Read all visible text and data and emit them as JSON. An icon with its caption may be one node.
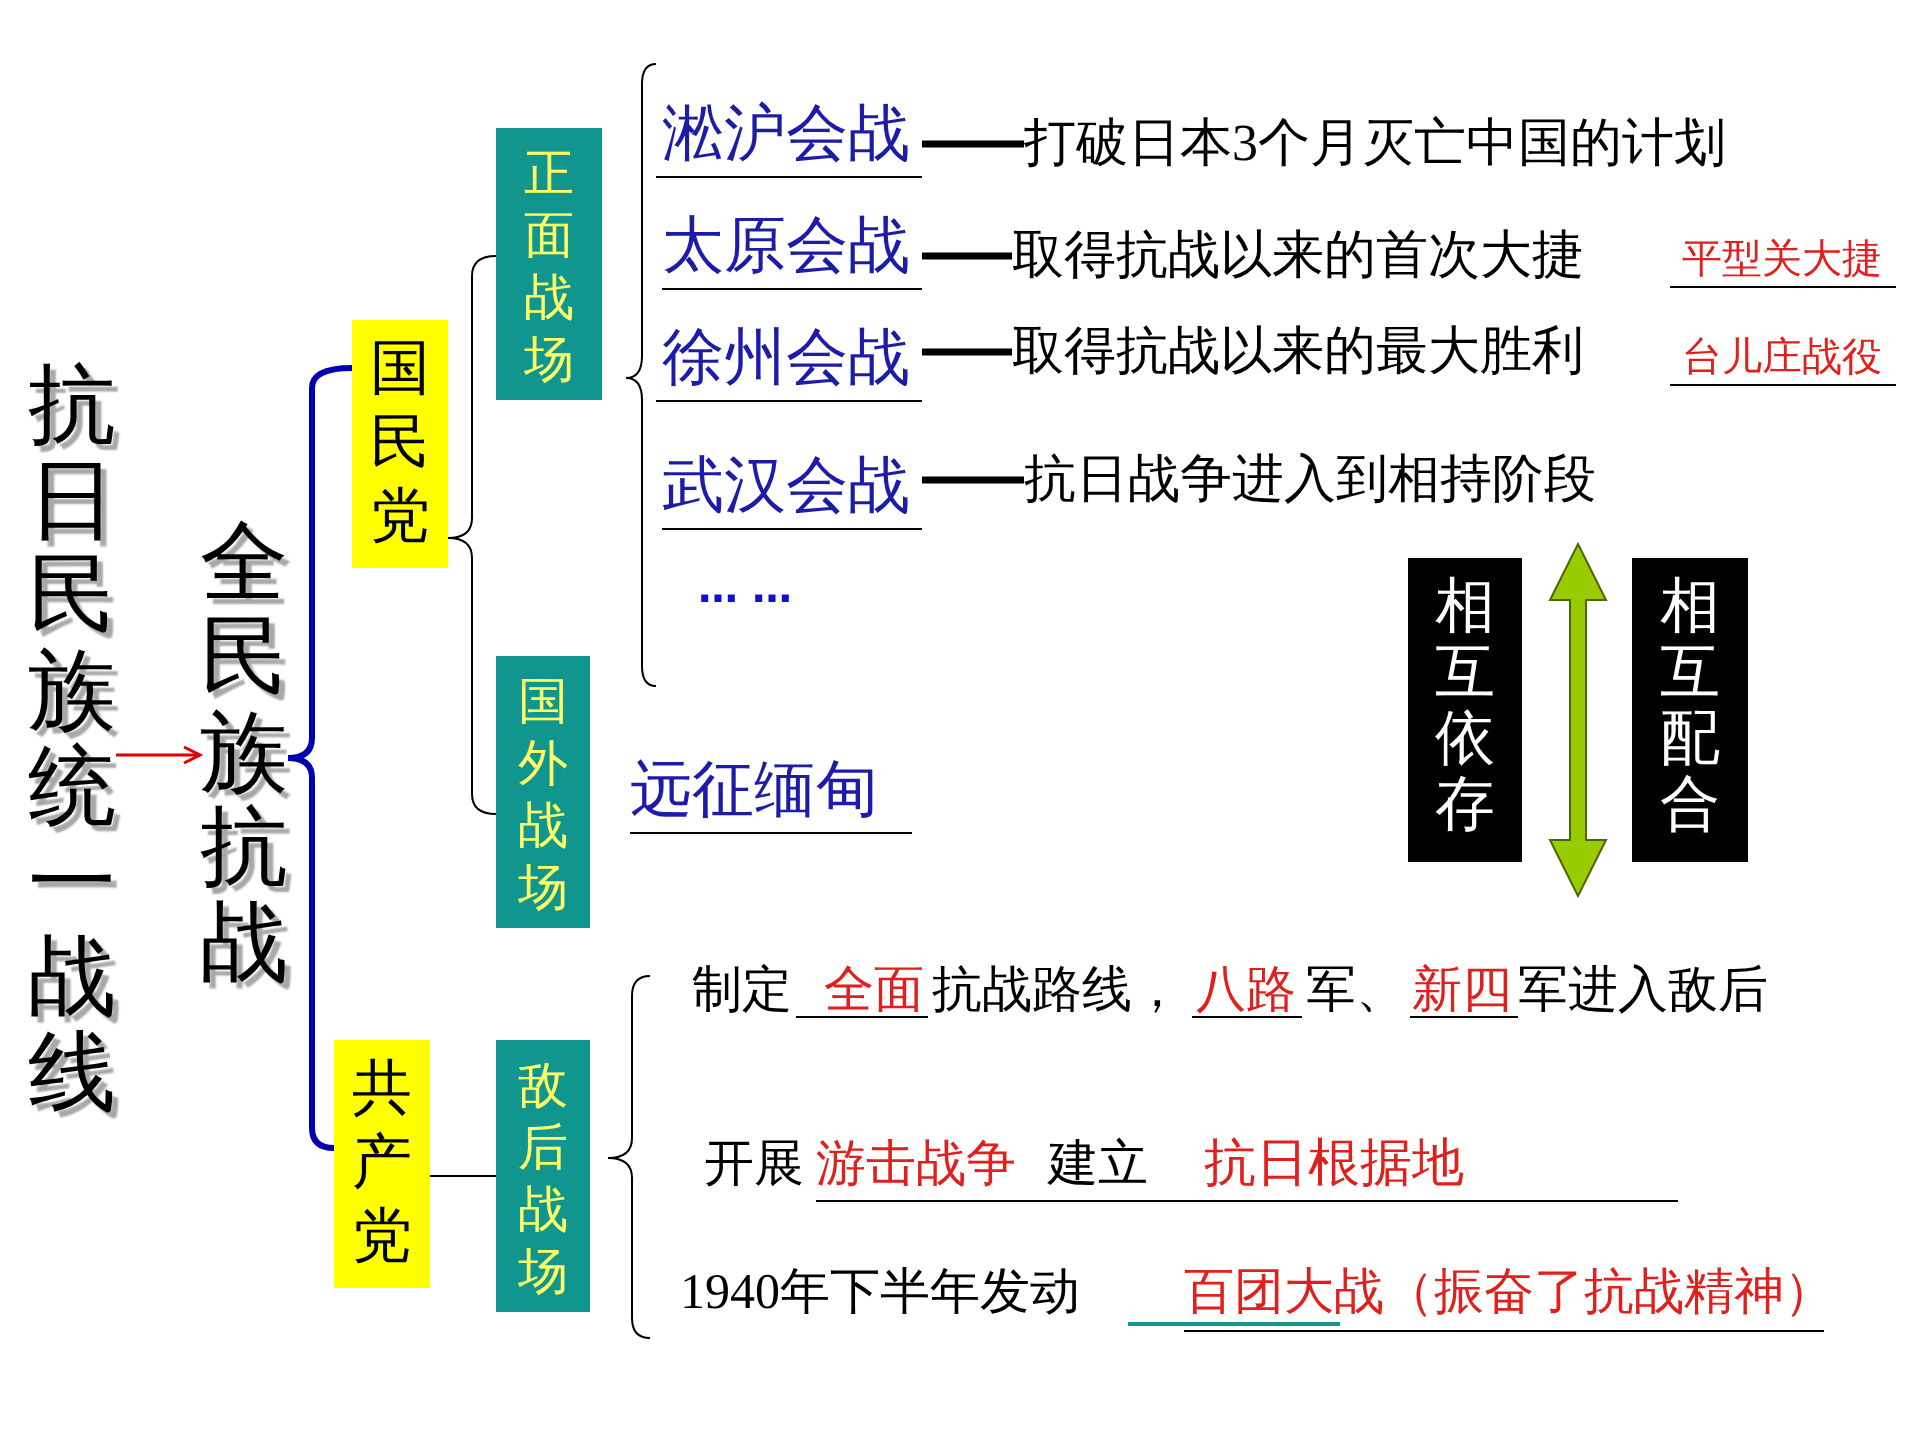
{
  "diagram": {
    "nodes": [
      {
        "text": [
          "抗日民族统一战线"
        ]
      },
      {
        "text": [
          "全民族抗战"
        ]
      },
      {
        "text": [
          "国民党"
        ]
      },
      {
        "text": [
          "共产党"
        ]
      },
      {
        "text": [
          "正面战场"
        ]
      },
      {
        "text": [
          "国外战场"
        ],
        "beside": [
          "远征缅甸"
        ]
      },
      {
        "text": [
          "敌后战场"
        ]
      },
      {
        "text": [
          "淞沪会战"
        ]
      },
      {
        "text": [
          "打破日本3个月灭亡中国的计划"
        ]
      },
      {
        "text": [
          "太原会战"
        ]
      },
      {
        "text": [
          "取得抗战以来的首次大捷"
        ],
        "beside": [
          "平型关大捷"
        ]
      },
      {
        "text": [
          "徐州会战"
        ]
      },
      {
        "text": [
          "取得抗战以来的最大胜利"
        ],
        "beside": [
          "台儿庄战役"
        ]
      },
      {
        "text": [
          "武汉会战"
        ]
      },
      {
        "text": [
          "抗日战争进入到相持阶段"
        ]
      },
      {
        "text": [
          "相互依存"
        ]
      },
      {
        "text": [
          "相互配合"
        ]
      }
    ],
    "edges": [
      {
        "from": 0,
        "to": 1,
        "arrow": "to",
        "color": "#e00000"
      },
      {
        "from": 1,
        "to": 2,
        "arrow": "none",
        "color": "#0000b0"
      },
      {
        "from": 1,
        "to": 3,
        "arrow": "none",
        "color": "#0000b0"
      },
      {
        "from": 2,
        "to": 4,
        "arrow": "none"
      },
      {
        "from": 2,
        "to": 5,
        "arrow": "none"
      },
      {
        "from": 3,
        "to": 6,
        "arrow": "none"
      },
      {
        "from": 7,
        "to": 8,
        "arrow": "none"
      },
      {
        "from": 9,
        "to": 10,
        "arrow": "none"
      },
      {
        "from": 11,
        "to": 12,
        "arrow": "none"
      },
      {
        "from": 13,
        "to": 14,
        "arrow": "none"
      }
    ],
    "labels": [
      "… …",
      "制定",
      "全面",
      "抗战路线，",
      "八路",
      "军、",
      "新四",
      "军进入敌后",
      "开展",
      "游击战争",
      "建立",
      "抗日根据地",
      "1940年下半年发动",
      "百团大战（振奋了抗战精神）"
    ]
  }
}
